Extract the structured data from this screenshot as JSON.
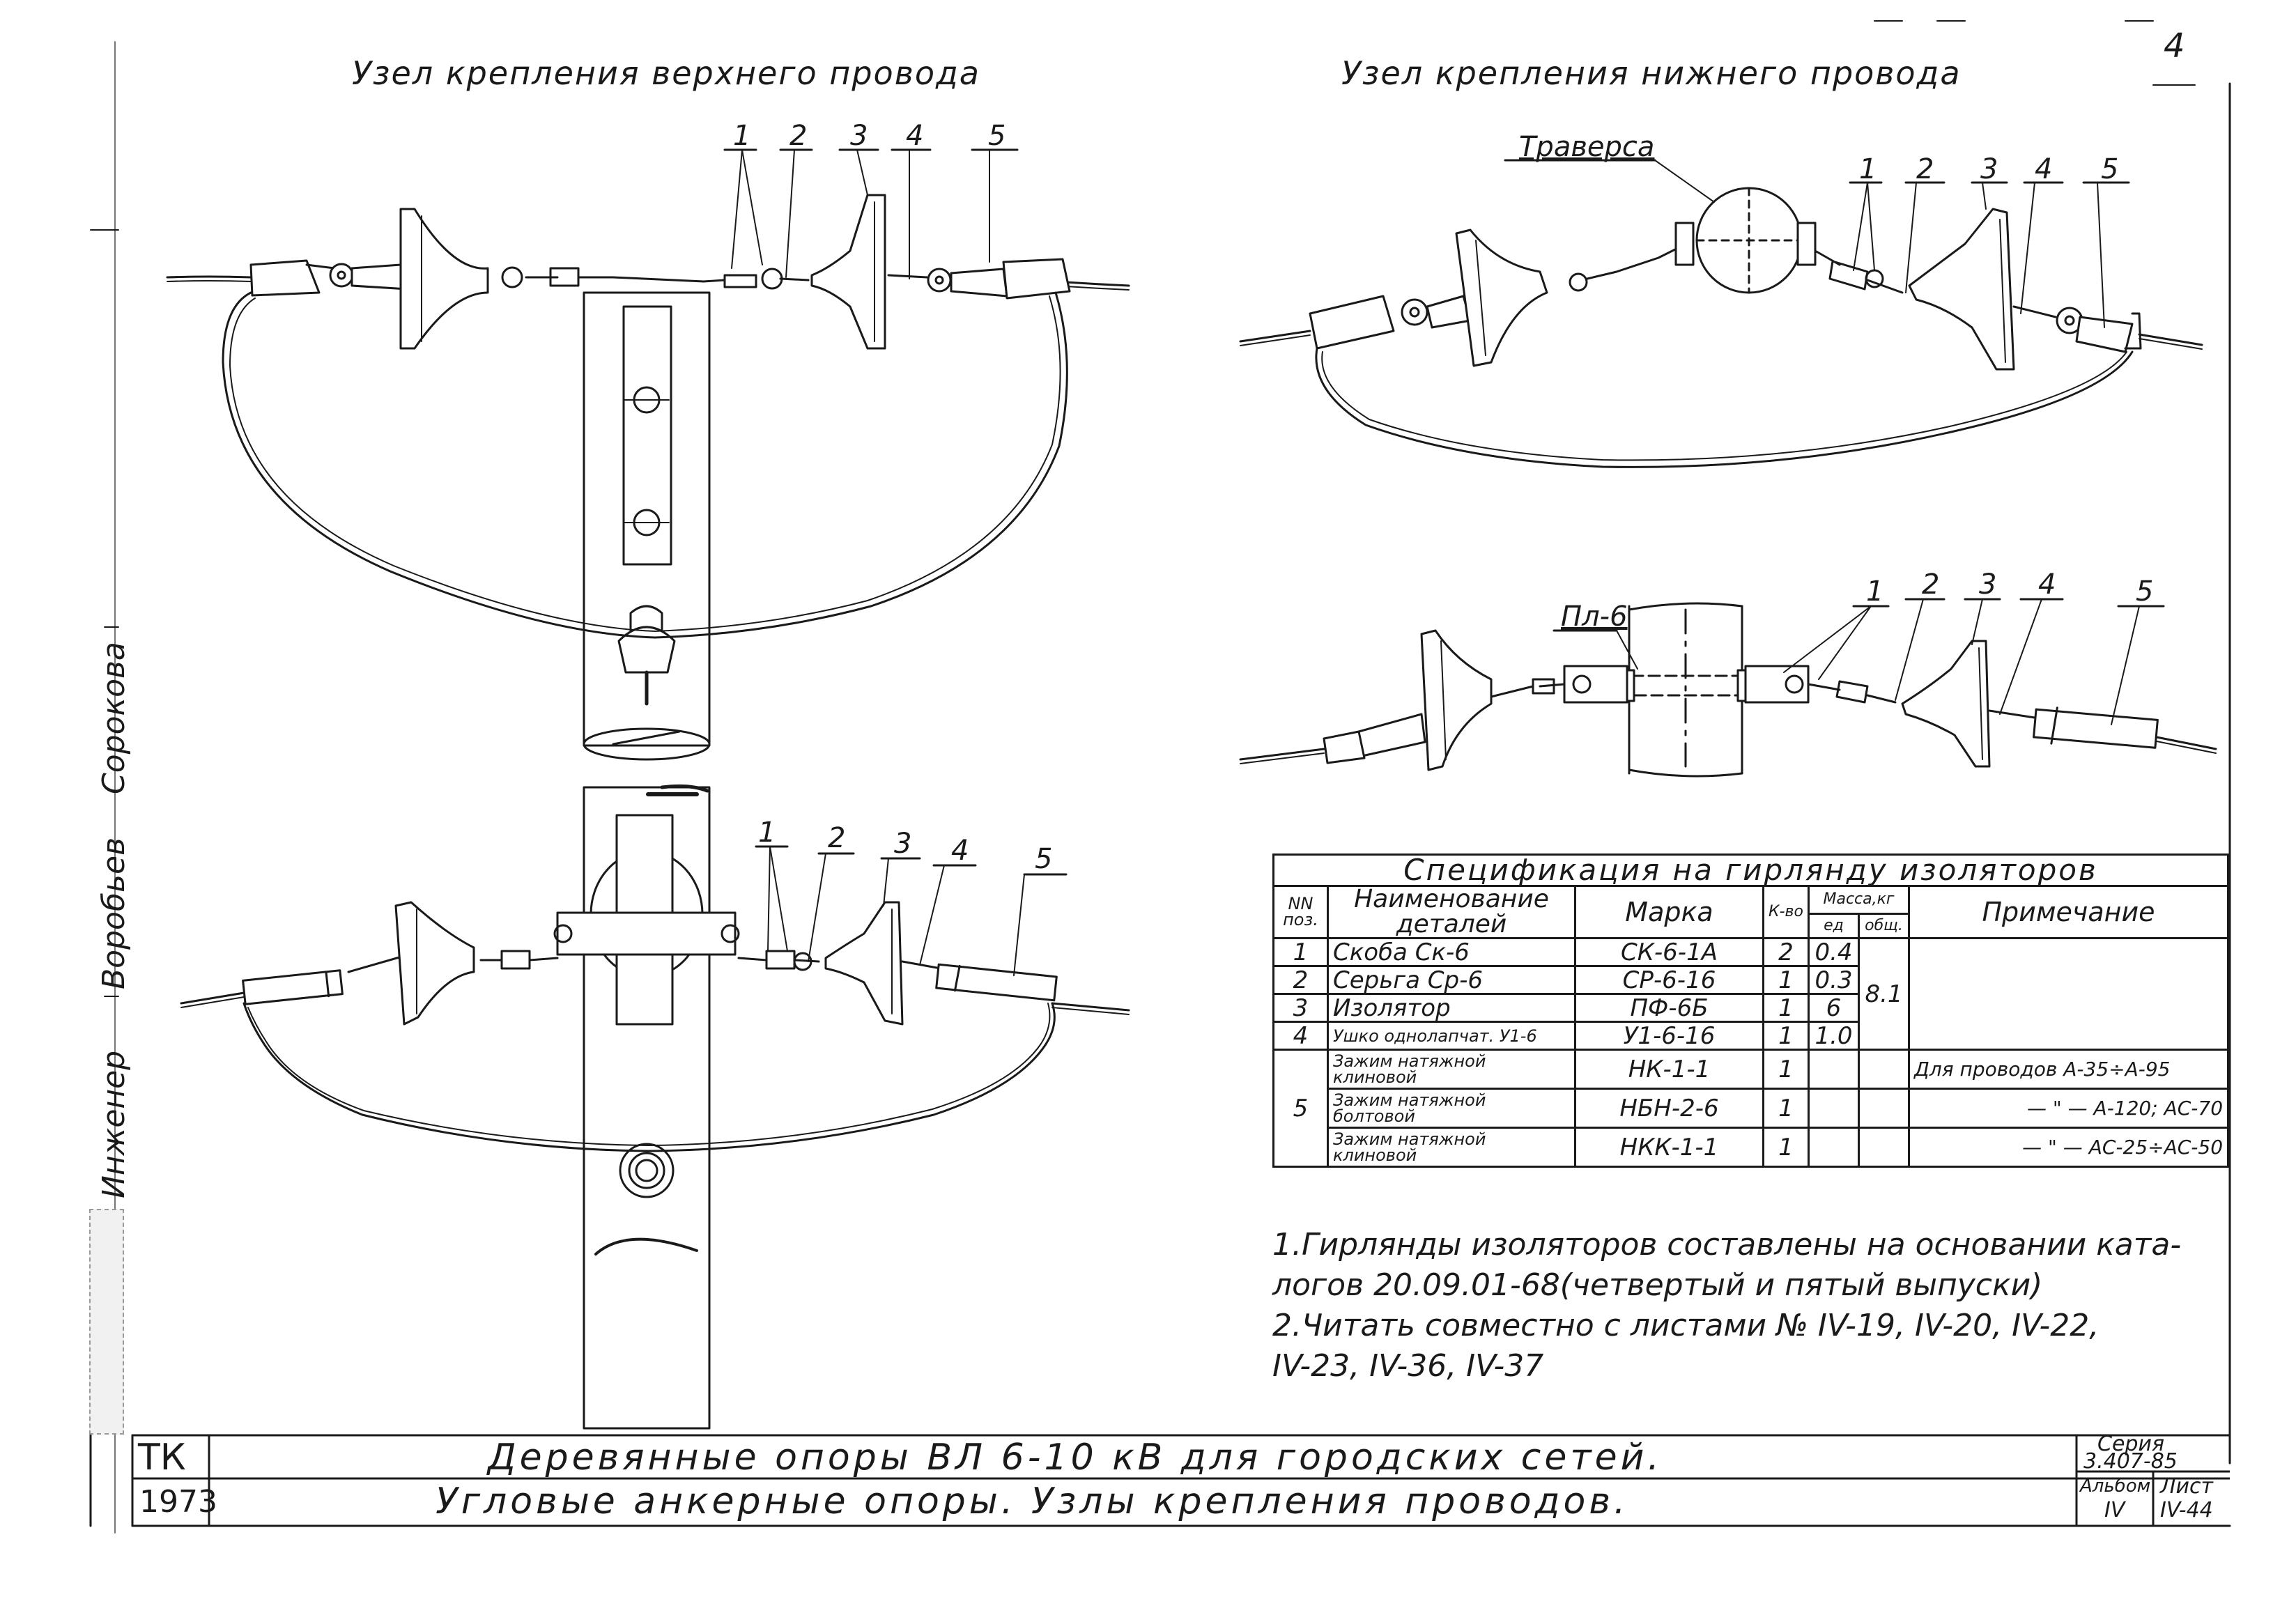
{
  "sheet_corner": "4",
  "left_drawing": {
    "title": "Узел крепления верхнего провода",
    "top_callouts": [
      "1",
      "2",
      "3",
      "4",
      "5"
    ],
    "bottom_callouts": [
      "1",
      "2",
      "3",
      "4",
      "5"
    ]
  },
  "right_drawing": {
    "title": "Узел крепления нижнего провода",
    "traverse_label": "Траверса",
    "top_callouts": [
      "1",
      "2",
      "3",
      "4",
      "5"
    ],
    "plate_label": "Пл-6",
    "bottom_callouts": [
      "1",
      "2",
      "3",
      "4",
      "5"
    ]
  },
  "side_stamp": [
    "Инженер",
    "Воробьев",
    "Сорокова"
  ],
  "spec_table": {
    "title": "Спецификация на гирлянду изоляторов",
    "headers": {
      "pos": "NN поз.",
      "name": "Наименование деталей",
      "mark": "Марка",
      "qty": "К-во",
      "mass": "Масса,кг",
      "mass_unit": "ед",
      "mass_total": "общ.",
      "note": "Примечание"
    },
    "rows": [
      {
        "pos": "1",
        "name": "Скоба Ск-6",
        "mark": "СК-6-1А",
        "qty": "2",
        "unit": "0.4",
        "total": "8.1",
        "note": ""
      },
      {
        "pos": "2",
        "name": "Серьга Ср-6",
        "mark": "СР-6-16",
        "qty": "1",
        "unit": "0.3",
        "total": "",
        "note": ""
      },
      {
        "pos": "3",
        "name": "Изолятор",
        "mark": "ПФ-6Б",
        "qty": "1",
        "unit": "6",
        "total": "",
        "note": ""
      },
      {
        "pos": "4",
        "name": "Ушко однолапчат. У1-6",
        "mark": "У1-6-16",
        "qty": "1",
        "unit": "1.0",
        "total": "",
        "note": ""
      },
      {
        "pos": "5",
        "name": "Зажим натяжной клиновой",
        "mark": "НК-1-1",
        "qty": "1",
        "unit": "",
        "total": "",
        "note": "Для проводов А-35÷А-95"
      },
      {
        "pos": "",
        "name": "Зажим натяжной болтовой",
        "mark": "НБН-2-6",
        "qty": "1",
        "unit": "",
        "total": "",
        "note": "— \" — А-120; АС-70"
      },
      {
        "pos": "",
        "name": "Зажим натяжной клиновой",
        "mark": "НКК-1-1",
        "qty": "1",
        "unit": "",
        "total": "",
        "note": "— \" — АС-25÷АС-50"
      }
    ]
  },
  "notes": [
    "1.Гирлянды изоляторов составлены на основании ката-",
    "логов 20.09.01-68(четвертый и пятый выпуски)",
    "2.Читать совместно с листами № IV-19, IV-20, IV-22,",
    "IV-23, IV-36, IV-37"
  ],
  "title_block": {
    "org": "ТК",
    "year": "1973",
    "line1": "Деревянные опоры ВЛ 6-10 кВ для городских сетей.",
    "line2": "Угловые анкерные опоры. Узлы крепления проводов.",
    "series_label": "Серия",
    "series_value": "3.407-85",
    "album_label": "Альбом",
    "album_value": "IV",
    "sheet_label": "Лист",
    "sheet_value": "IV-44"
  }
}
